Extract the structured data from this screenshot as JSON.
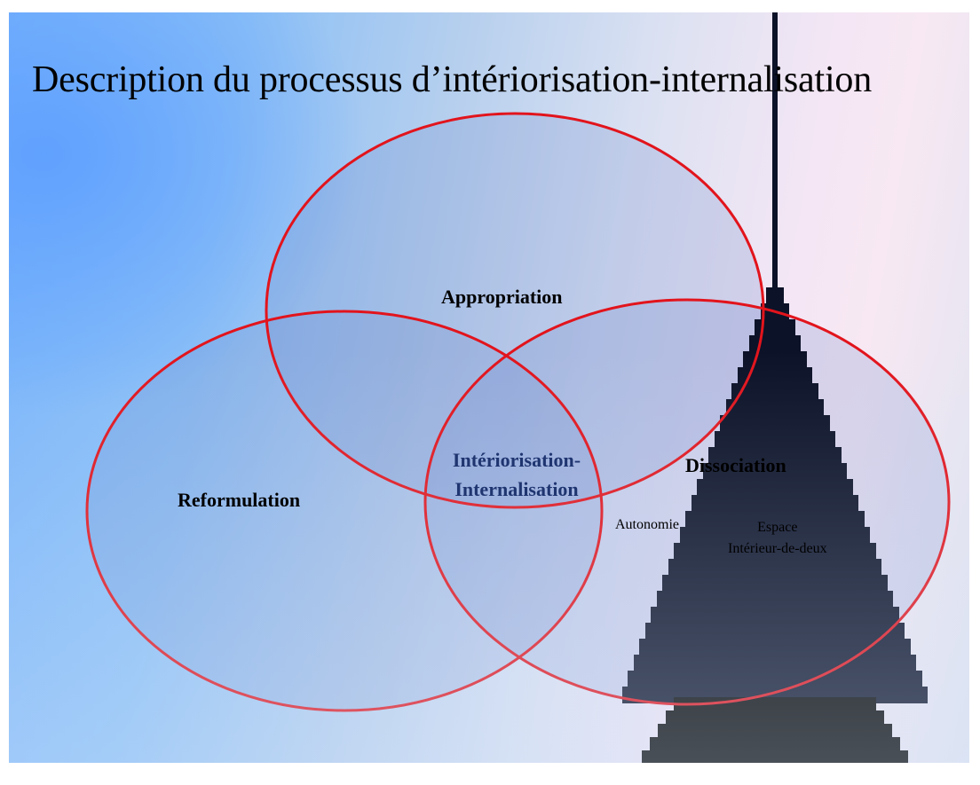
{
  "slide": {
    "title": "Description du processus d’intériorisation-internalisation"
  },
  "venn": {
    "circle_stroke_color": "#e2141c",
    "circle_fill_color": "#6a86c8",
    "center_text_color": "#1f3570",
    "sets": [
      {
        "id": "appropriation",
        "label": "Appropriation"
      },
      {
        "id": "reformulation",
        "label": "Reformulation"
      },
      {
        "id": "dissociation",
        "label": "Dissociation"
      }
    ],
    "center": {
      "line1": "Intériorisation-",
      "line2": "Internalisation"
    },
    "dissociation_notes": {
      "autonomie": "Autonomie",
      "espace_line1": "Espace",
      "espace_line2": "Intérieur-de-deux"
    }
  },
  "decoration": {
    "tower_color": "#0c1228",
    "tower_base_color": "#000000"
  }
}
